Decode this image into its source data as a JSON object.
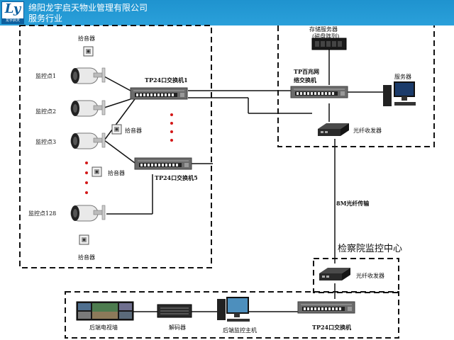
{
  "header": {
    "logo_text": "Ly",
    "logo_sub": "龙宇启天",
    "company": "绵阳龙宇启天物业管理有限公司",
    "industry": "服务行业"
  },
  "diagram": {
    "pickup": "拾音器",
    "monitor_1": "监控点1",
    "monitor_2": "监控点2",
    "monitor_3": "监控点3",
    "monitor_128": "监控点128",
    "switch_1": "TP24口交换机1",
    "switch_5": "TP24口交换机5",
    "storage_line1": "存储服务器",
    "storage_line2": "(磁盘阵列)",
    "core_switch_line1": "TP百兆网",
    "core_switch_line2": "络交换机",
    "server": "服务器",
    "transceiver_top": "光纤收发器",
    "fiber_link": "8M光纤传输",
    "center_title": "检察院监控中心",
    "transceiver_bottom": "光纤收发器",
    "video_wall": "后端电视墙",
    "decoder": "解码器",
    "backend_host": "后端监控主机",
    "switch_bottom": "TP24口交换机"
  }
}
